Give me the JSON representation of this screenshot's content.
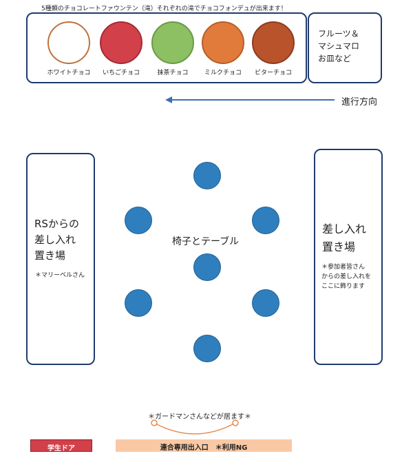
{
  "header": {
    "title": "5種類のチョコレートファウンテン（滝）それぞれの滝でチョコフォンデュが出来ます！"
  },
  "fountains": [
    {
      "label": "ホワイトチョコ",
      "color": "#ffffff",
      "border": "#c0703a"
    },
    {
      "label": "いちごチョコ",
      "color": "#d2404a",
      "border": "#a52a33"
    },
    {
      "label": "抹茶チョコ",
      "color": "#8cc063",
      "border": "#6a9a45"
    },
    {
      "label": "ミルクチョコ",
      "color": "#e07b3c",
      "border": "#b85d26"
    },
    {
      "label": "ビターチョコ",
      "color": "#b8532c",
      "border": "#8e3b1d"
    }
  ],
  "fruit_box": {
    "text": "フルーツ＆\nマシュマロ\nお皿など"
  },
  "direction": {
    "label": "進行方向"
  },
  "left_box": {
    "title": "RSからの\n差し入れ\n置き場",
    "note": "＊マリーベルさん"
  },
  "right_box": {
    "title": "差し入れ\n置き場",
    "note": "＊参加者皆さん\nからの差し入れを\nここに飾ります"
  },
  "center": {
    "label": "椅子とテーブル"
  },
  "guard": {
    "label": "＊ガードマンさんなどが居ます＊"
  },
  "doors": {
    "student_door": "学生ドア",
    "main_entrance": "連合専用出入口　＊利用NG"
  },
  "colors": {
    "box_border": "#1f3b6e",
    "arrow": "#3d6fb0",
    "seat": "#2f7fbe",
    "student_door_bg": "#d2404a",
    "entrance_bg": "#f9c9a5",
    "guard_arc": "#e88a4a"
  }
}
